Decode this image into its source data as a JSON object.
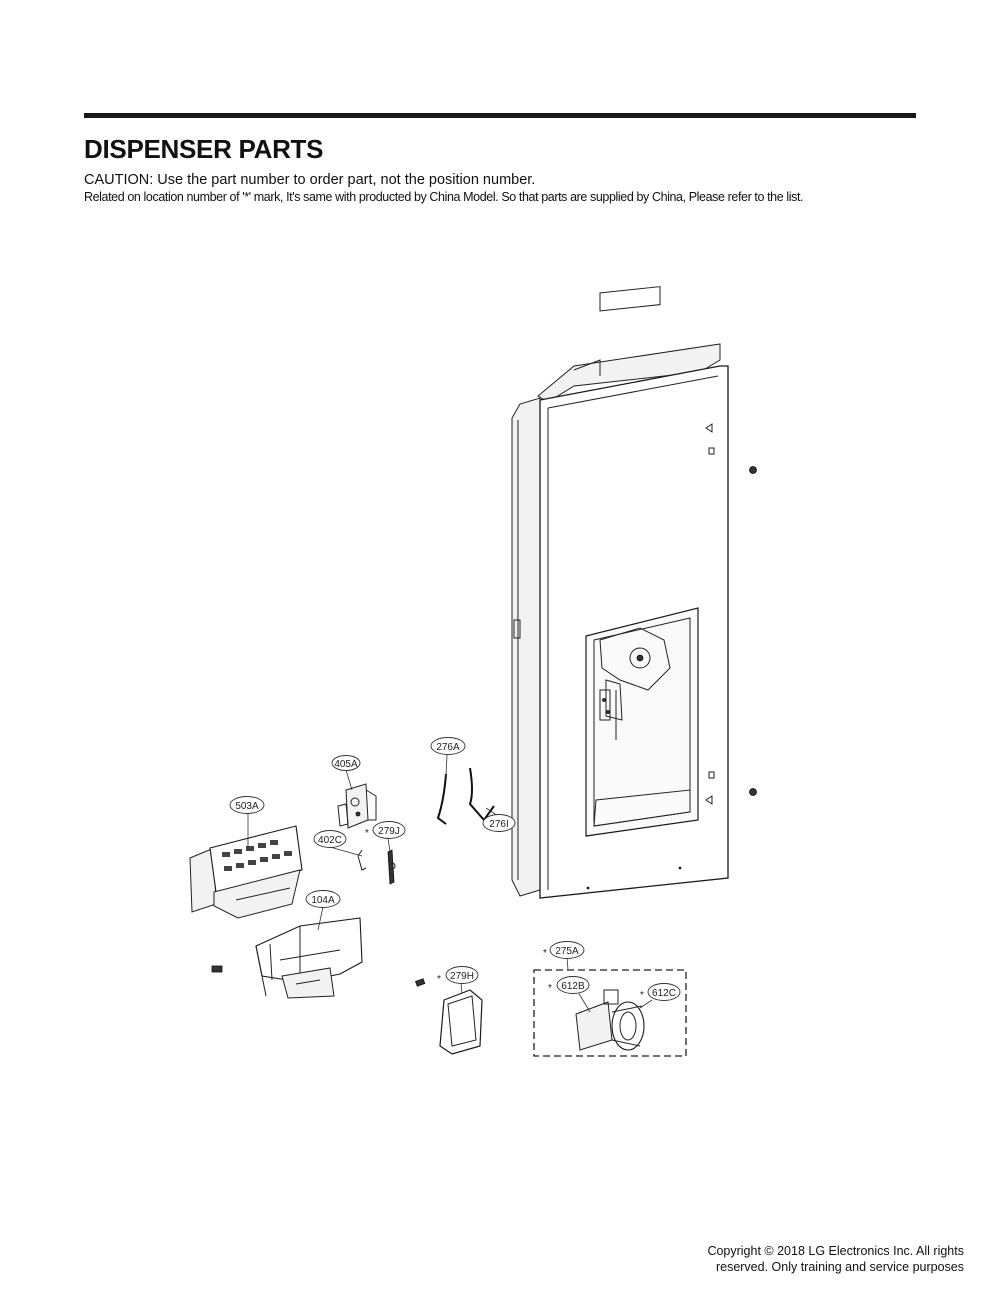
{
  "header": {
    "title": "DISPENSER PARTS",
    "caution": "CAUTION: Use the part number to order part, not the position number.",
    "related": "Related on location number of '*' mark, It's same with producted by China Model. So that parts are supplied by China, Please refer to the list."
  },
  "callouts": {
    "c276A": "276A",
    "c405A": "405A",
    "c503A": "503A",
    "c402C": "402C",
    "c279J": "279J",
    "c276I": "276I",
    "c104A": "104A",
    "c275A": "275A",
    "c279H": "279H",
    "c612B": "612B",
    "c612C": "612C"
  },
  "marks": {
    "star": "*"
  },
  "footer": {
    "line1": "Copyright © 2018 LG Electronics Inc. All rights",
    "line2": "reserved. Only training and service purposes"
  }
}
